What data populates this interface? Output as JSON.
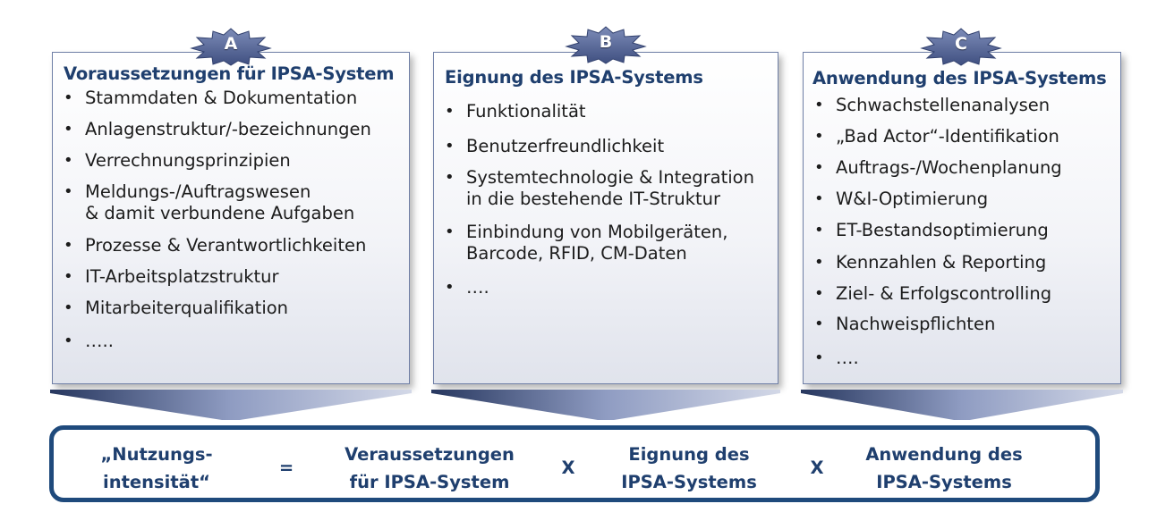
{
  "panels": [
    {
      "badge": "A",
      "title": "Voraussetzungen für IPSA-System",
      "items": [
        "Stammdaten & Dokumentation",
        "Anlagenstruktur/-bezeichnungen",
        "Verrechnungsprinzipien",
        "Meldungs-/Auftragswesen\n& damit verbundene Aufgaben",
        "Prozesse & Verantwortlichkeiten",
        "IT-Arbeitsplatzstruktur",
        "Mitarbeiterqualifikation",
        "….."
      ]
    },
    {
      "badge": "B",
      "title": "Eignung des IPSA-Systems",
      "items": [
        "Funktionalität",
        "Benutzerfreundlichkeit",
        "Systemtechnologie & Integration\nin die bestehende IT-Struktur",
        "Einbindung von Mobilgeräten,\nBarcode, RFID, CM-Daten",
        "…."
      ]
    },
    {
      "badge": "C",
      "title": "Anwendung des IPSA-Systems",
      "items": [
        "Schwachstellenanalysen",
        "„Bad Actor“-Identifikation",
        "Auftrags-/Wochenplanung",
        "W&I-Optimierung",
        "ET-Bestandsoptimierung",
        "Kennzahlen & Reporting",
        "Ziel- & Erfolgscontrolling",
        "Nachweispflichten",
        "…."
      ]
    }
  ],
  "formula": {
    "term": "„Nutzungs-\nintensität“",
    "equals": "=",
    "factor_a": "Veraussetzungen\nfür IPSA-System",
    "times_1": "X",
    "factor_b": "Eignung des\nIPSA-Systems",
    "times_2": "X",
    "factor_c": "Anwendung des\nIPSA-Systems"
  },
  "colors": {
    "title_text": "#1f3f6e",
    "border": "#1f4a7c",
    "badge": "#55679a",
    "funnel_dark": "#27375f",
    "funnel_light": "#c4cbe0"
  }
}
